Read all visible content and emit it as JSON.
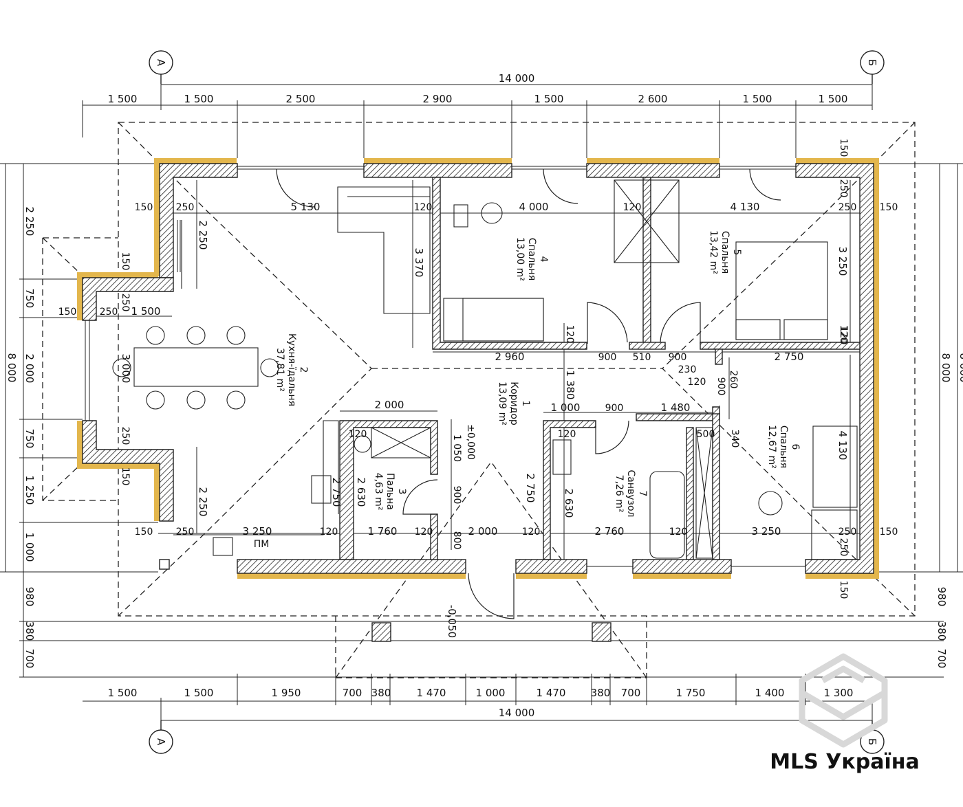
{
  "axes": {
    "left": "А",
    "right": "Б"
  },
  "overall": {
    "top": "14 000",
    "bottom": "14 000",
    "left": "8 000",
    "right": "8 000"
  },
  "top_dims": [
    "1 500",
    "1 500",
    "2 500",
    "2 900",
    "1 500",
    "2 600",
    "1 500",
    "1 500"
  ],
  "bottom_dims": [
    "1 500",
    "1 500",
    "1 950",
    "700",
    "380",
    "1 470",
    "1 000",
    "1 470",
    "380",
    "700",
    "1 750",
    "1 400",
    "1 300"
  ],
  "left_dims": [
    "2 250",
    "750",
    "2 000",
    "750",
    "1 250",
    "1 000",
    "980",
    "380",
    "700"
  ],
  "right_dims": [
    "980",
    "380",
    "700"
  ],
  "interior_dims": {
    "d_5130": "5 130",
    "d_4000": "4 000",
    "d_4130": "4 130",
    "d_150a": "150",
    "d_250a": "250",
    "d_120a": "120",
    "d_120b": "120",
    "d_250b": "250",
    "d_150b": "150",
    "d_2250a": "2 250",
    "d_3370": "3 370",
    "d_3250a": "3 250",
    "d_150c": "150",
    "d_150d": "150",
    "d_250c": "250",
    "d_1500": "1 500",
    "d_150e": "150",
    "d_3000": "3 000",
    "d_2960": "2 960",
    "d_900a": "900",
    "d_510": "510",
    "d_900b": "900",
    "d_2750a": "2 750",
    "d_120c": "120",
    "d_120d": "120",
    "d_230": "230",
    "d_120e": "120",
    "d_260": "260",
    "d_900c": "900",
    "d_1380": "1 380",
    "d_2000a": "2 000",
    "d_1000": "1 000",
    "d_900d": "900",
    "d_1480": "1 480",
    "d_000": "±0,000",
    "d_1050": "1 050",
    "d_900e": "900",
    "d_800": "800",
    "d_500": "500",
    "d_340": "340",
    "d_4130b": "4 130",
    "d_2750b": "2 750",
    "d_2630a": "2 630",
    "d_2750c": "2 750",
    "d_2630b": "2 630",
    "d_250d": "250",
    "d_150f": "150",
    "d_2250b": "2 250",
    "d_150g": "150",
    "d_250e": "250",
    "d_3250b": "3 250",
    "d_120f": "120",
    "d_1760": "1 760",
    "d_120g": "120",
    "d_2000b": "2 000",
    "d_120h": "120",
    "d_2760": "2 760",
    "d_120i": "120",
    "d_3250c": "3 250",
    "d_250f": "250",
    "d_150h": "150",
    "d_250g": "250",
    "d_150i": "150",
    "d_120j": "120",
    "d_0050": "-0,050",
    "d_120k": "120",
    "d_120l": "120"
  },
  "rooms": [
    {
      "num": "1",
      "name": "Коридор",
      "area": "13,09 m²"
    },
    {
      "num": "2",
      "name": "Кухня-їдальня",
      "area": "37,81 m²"
    },
    {
      "num": "3",
      "name": "Пальна",
      "area": "4,63 m²"
    },
    {
      "num": "4",
      "name": "Спальня",
      "area": "13,00 m²"
    },
    {
      "num": "5",
      "name": "Спальня",
      "area": "13,42 m²"
    },
    {
      "num": "6",
      "name": "Спальня",
      "area": "12,67 m²"
    },
    {
      "num": "7",
      "name": "Санвузол",
      "area": "7,26 m²"
    }
  ],
  "misc": {
    "pm": "ПМ"
  },
  "watermark": "MLS Україна",
  "colors": {
    "wall_fill": "#ffffff",
    "hatch": "#222222",
    "insulation": "#e3b64c",
    "line": "#111111"
  }
}
